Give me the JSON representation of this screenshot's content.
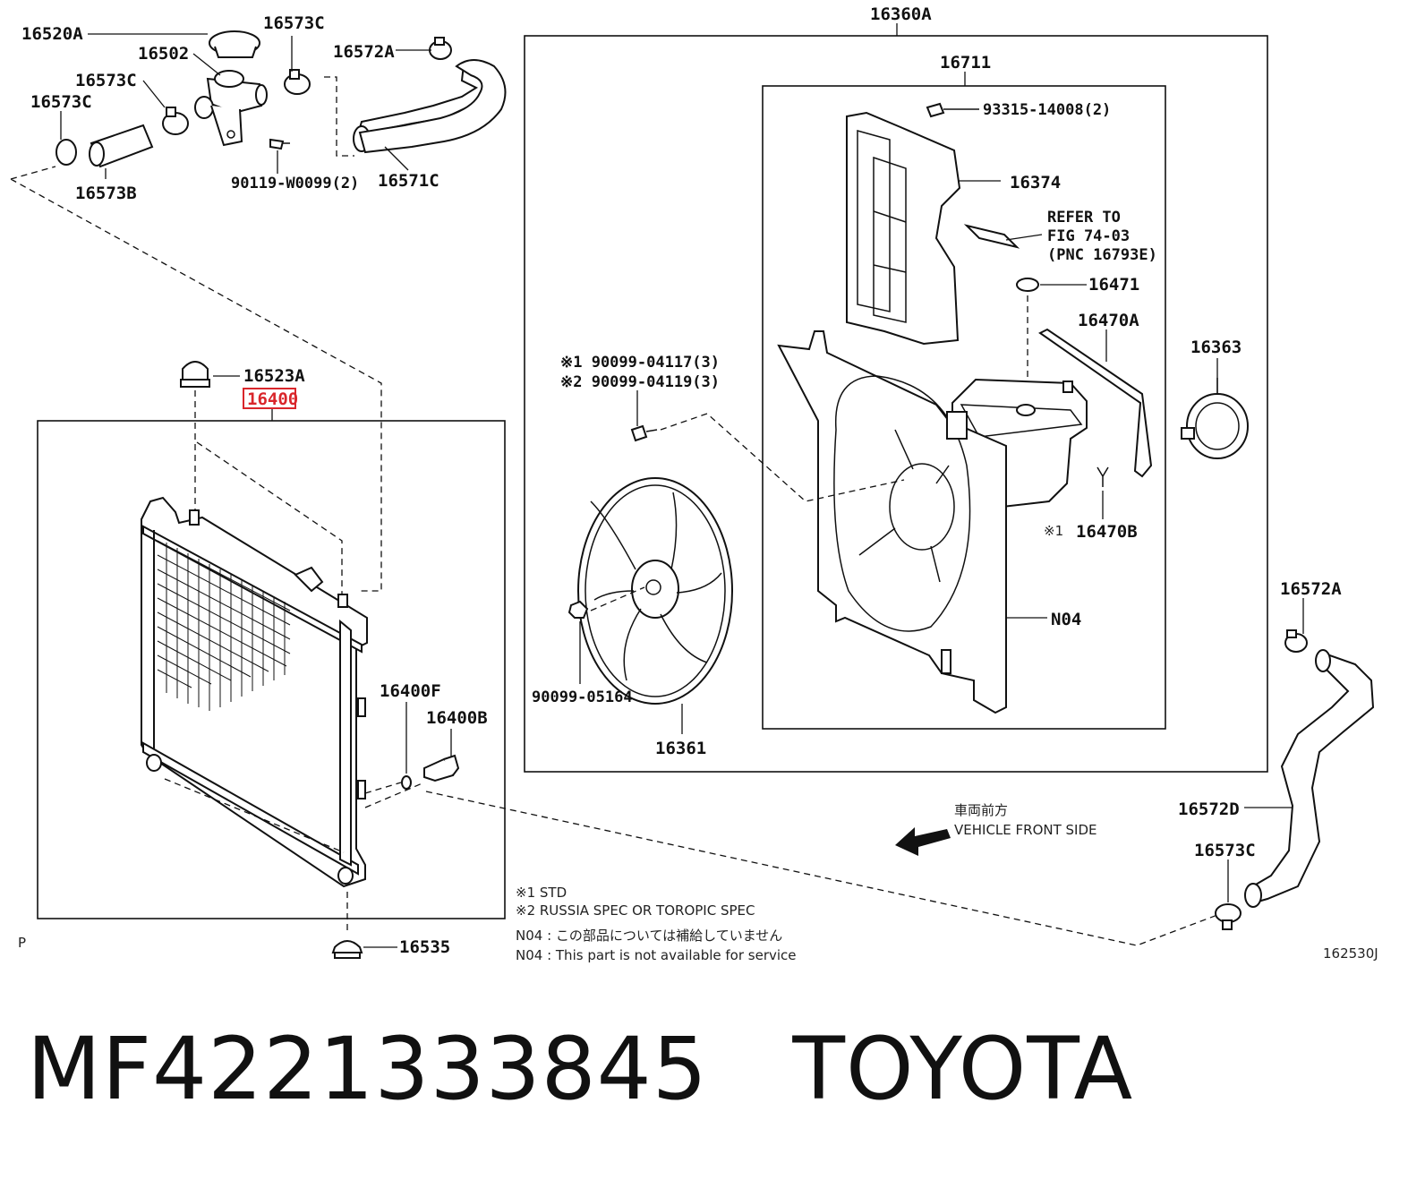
{
  "diagram": {
    "labels": {
      "p16520A": "16520A",
      "p16502": "16502",
      "p16573C_top": "16573C",
      "p16573C_mid": "16573C",
      "p16573C_left": "16573C",
      "p16573B": "16573B",
      "p90119": "90119-W0099(2)",
      "p16572A_top": "16572A",
      "p16571C": "16571C",
      "p16523A": "16523A",
      "p16400": "16400",
      "p16400F": "16400F",
      "p16400B": "16400B",
      "p16535": "16535",
      "p16360A": "16360A",
      "p16711": "16711",
      "p93315": "93315-14008(2)",
      "p16374": "16374",
      "refer1": "REFER TO",
      "refer2": "FIG 74-03",
      "refer3": "(PNC 16793E)",
      "p16471": "16471",
      "p16470A": "16470A",
      "p16363": "16363",
      "p16470B_mark": "※1",
      "p16470B": "16470B",
      "n04": "N04",
      "bolt1": "※1 90099-04117(3)",
      "bolt2": "※2 90099-04119(3)",
      "p90099_05164": "90099-05164",
      "p16361": "16361",
      "p16572A_right": "16572A",
      "p16572D": "16572D",
      "p16573C_right": "16573C"
    },
    "notes": {
      "front_jp": "車両前方",
      "front_en": "VEHICLE FRONT SIDE",
      "std": "※1 STD",
      "russia": "※2 RUSSIA SPEC OR TOROPIC SPEC",
      "n04_jp": "N04 : この部品については補給していません",
      "n04_en": "N04 : This part is not available for service",
      "p_mark": "P",
      "fig_no": "162530J"
    },
    "highlight_color": "#d9262b"
  },
  "caption": {
    "part_number": "MF4221333845",
    "brand": "TOYOTA"
  }
}
